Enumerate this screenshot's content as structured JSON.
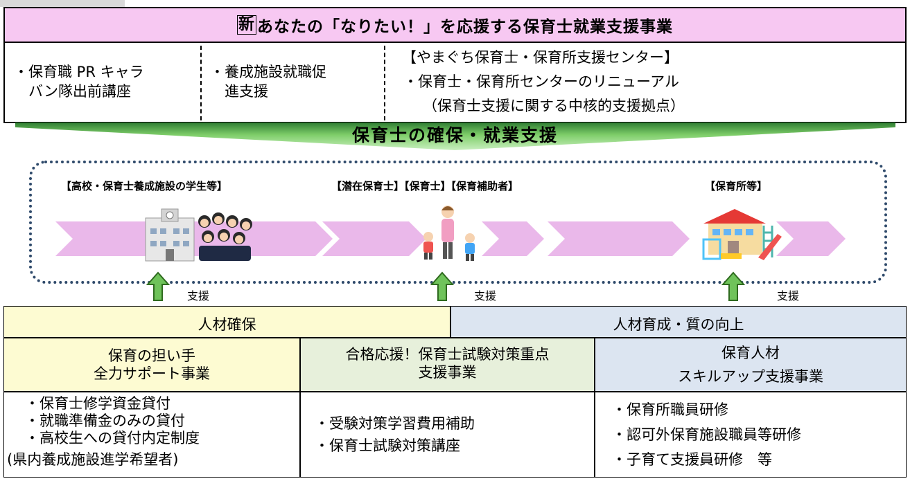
{
  "top": {
    "new_mark": "新",
    "title": "あなたの「なりたい！」を応援する保育士就業支援事業",
    "col1": [
      "・保育職 PR キャラ",
      "　バン隊出前講座"
    ],
    "col2": [
      "・養成施設就職促",
      "　進支援"
    ],
    "col3": [
      "【やまぐち保育士・保育所支援センター】",
      "・保育士・保育所センターのリニューアル",
      "（保育士支援に関する中核的支援拠点）"
    ]
  },
  "band_label": "保育士の確保・就業支援",
  "flow": {
    "stage1": "【高校・保育士養成施設の学生等】",
    "stage2": "【潜在保育士】【保育士】【保育補助者】",
    "stage3": "【保育所等】"
  },
  "support_label": "支援",
  "colors": {
    "pink": "#f7c8f2",
    "yellow": "#fdfbd2",
    "blue": "#dce5f1",
    "green_light": "#e7f0db",
    "arrow_green": "#6fc35a"
  },
  "bottom": {
    "left_header": "人材確保",
    "right_header": "人材育成・質の向上",
    "sub1": [
      "保育の担い手",
      "全力サポート事業"
    ],
    "sub2": [
      "合格応援！保育士試験対策重点",
      "支援事業"
    ],
    "sub3": [
      "保育人材",
      "スキルアップ支援事業"
    ],
    "list1": [
      "・保育士修学資金貸付",
      "・就職準備金のみの貸付",
      "・高校生への貸付内定制度",
      "(県内養成施設進学希望者)"
    ],
    "list2": [
      "・受験対策学習費用補助",
      "・保育士試験対策講座"
    ],
    "list3": [
      "・保育所職員研修",
      "・認可外保育施設職員等研修",
      "・子育て支援員研修　等"
    ]
  }
}
